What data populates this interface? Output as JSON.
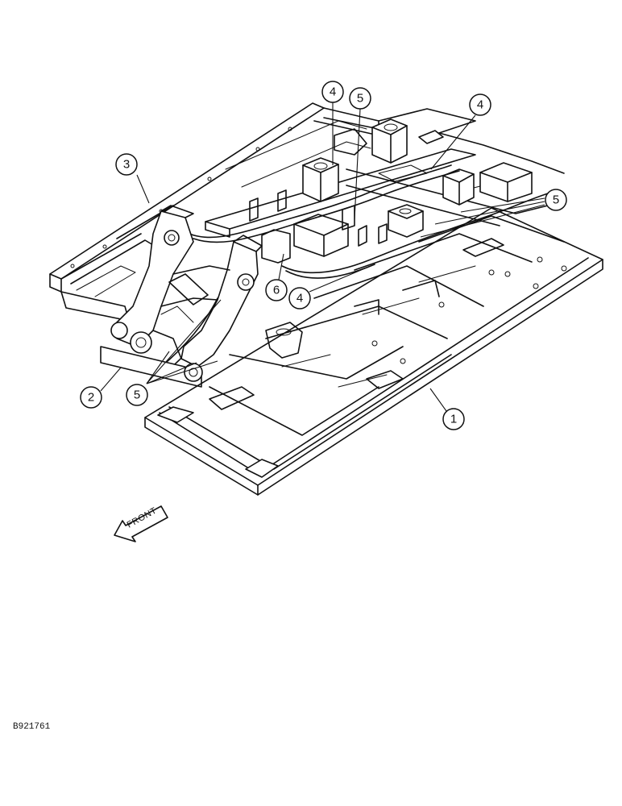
{
  "callouts": [
    {
      "label": "4"
    },
    {
      "label": "5"
    },
    {
      "label": "4"
    },
    {
      "label": "3"
    },
    {
      "label": "5"
    },
    {
      "label": "6"
    },
    {
      "label": "4"
    },
    {
      "label": "2"
    },
    {
      "label": "5"
    },
    {
      "label": "1"
    }
  ],
  "front_arrow": {
    "label": "FRONT"
  },
  "figure_id": "B921761"
}
